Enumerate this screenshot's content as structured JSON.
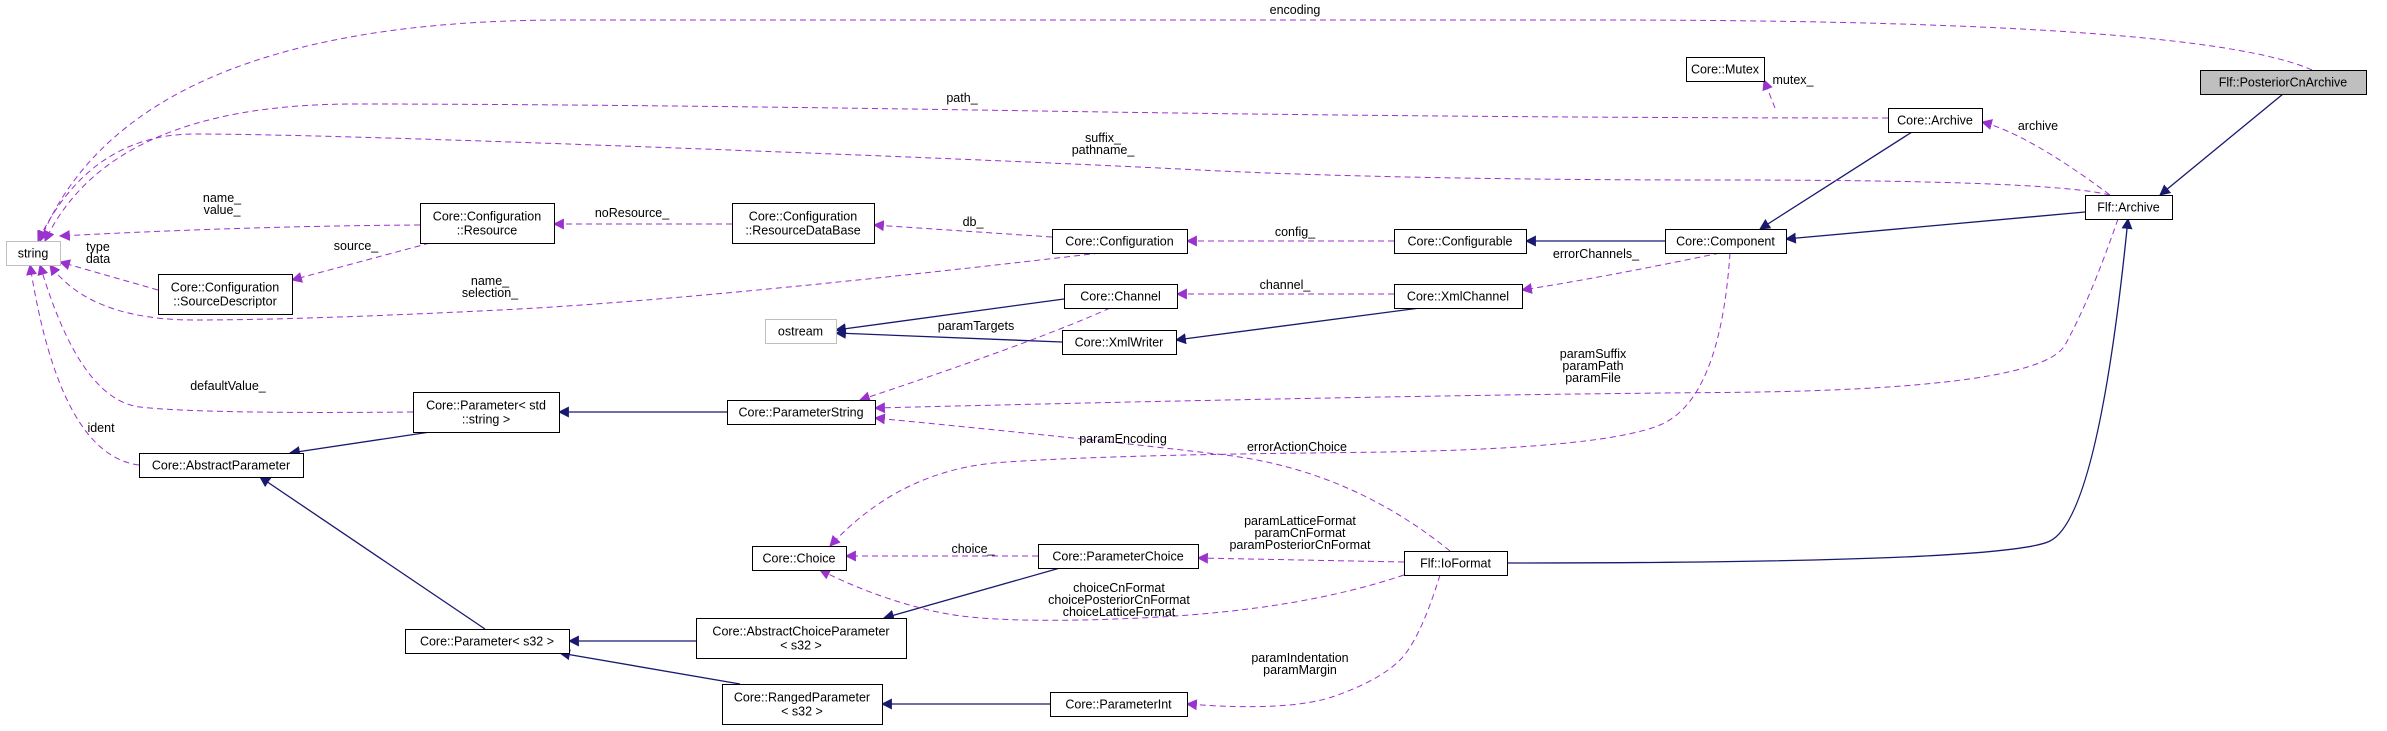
{
  "colors": {
    "inheritance": "#191970",
    "usage": "#9a32cd",
    "focus_fill": "#bfbfbf"
  },
  "nodes": [
    {
      "id": "flf_posteriorcnarchive",
      "lines": [
        "Flf::PosteriorCnArchive"
      ],
      "focus": true
    },
    {
      "id": "core_mutex",
      "lines": [
        "Core::Mutex"
      ]
    },
    {
      "id": "core_archive",
      "lines": [
        "Core::Archive"
      ]
    },
    {
      "id": "flf_archive",
      "lines": [
        "Flf::Archive"
      ]
    },
    {
      "id": "string",
      "lines": [
        "string"
      ],
      "external": true
    },
    {
      "id": "core_configuration_resource",
      "lines": [
        "Core::Configuration",
        "::Resource"
      ]
    },
    {
      "id": "core_configuration_resourcedatabase",
      "lines": [
        "Core::Configuration",
        "::ResourceDataBase"
      ]
    },
    {
      "id": "core_configuration",
      "lines": [
        "Core::Configuration"
      ]
    },
    {
      "id": "core_configurable",
      "lines": [
        "Core::Configurable"
      ]
    },
    {
      "id": "core_component",
      "lines": [
        "Core::Component"
      ]
    },
    {
      "id": "core_configuration_sourcedescriptor",
      "lines": [
        "Core::Configuration",
        "::SourceDescriptor"
      ]
    },
    {
      "id": "core_channel",
      "lines": [
        "Core::Channel"
      ]
    },
    {
      "id": "core_xmlchannel",
      "lines": [
        "Core::XmlChannel"
      ]
    },
    {
      "id": "ostream",
      "lines": [
        "ostream"
      ],
      "external": true
    },
    {
      "id": "core_xmlwriter",
      "lines": [
        "Core::XmlWriter"
      ]
    },
    {
      "id": "core_parameter_string",
      "lines": [
        "Core::Parameter< std",
        "::string >"
      ]
    },
    {
      "id": "core_parameterstring",
      "lines": [
        "Core::ParameterString"
      ]
    },
    {
      "id": "core_abstractparameter",
      "lines": [
        "Core::AbstractParameter"
      ]
    },
    {
      "id": "core_choice",
      "lines": [
        "Core::Choice"
      ]
    },
    {
      "id": "core_parameterchoice",
      "lines": [
        "Core::ParameterChoice"
      ]
    },
    {
      "id": "flf_ioformat",
      "lines": [
        "Flf::IoFormat"
      ]
    },
    {
      "id": "core_parameter_s32",
      "lines": [
        "Core::Parameter< s32 >"
      ]
    },
    {
      "id": "core_abstractchoiceparameter",
      "lines": [
        "Core::AbstractChoiceParameter",
        "< s32 >"
      ]
    },
    {
      "id": "core_rangedparameter",
      "lines": [
        "Core::RangedParameter",
        "< s32 >"
      ]
    },
    {
      "id": "core_parameterint",
      "lines": [
        "Core::ParameterInt"
      ]
    }
  ],
  "edges": [
    {
      "id": "posteriorcnarchive-to-flfarchive",
      "type": "inheritance",
      "from": "flf_posteriorcnarchive",
      "to": "flf_archive"
    },
    {
      "id": "archive-to-component",
      "type": "inheritance",
      "from": "core_archive",
      "to": "core_component"
    },
    {
      "id": "flfarchive-to-component",
      "type": "inheritance",
      "from": "flf_archive",
      "to": "core_component"
    },
    {
      "id": "component-to-configurable",
      "type": "inheritance",
      "from": "core_component",
      "to": "core_configurable"
    },
    {
      "id": "channel-to-ostream",
      "type": "inheritance",
      "from": "core_channel",
      "to": "ostream"
    },
    {
      "id": "xmlwriter-to-ostream",
      "type": "inheritance",
      "from": "core_xmlwriter",
      "to": "ostream"
    },
    {
      "id": "xmlchannel-to-xmlwriter",
      "type": "inheritance",
      "from": "core_xmlchannel",
      "to": "core_xmlwriter"
    },
    {
      "id": "parameterstring-to-parameter-string",
      "type": "inheritance",
      "from": "core_parameterstring",
      "to": "core_parameter_string"
    },
    {
      "id": "parameter-string-to-abstractparameter",
      "type": "inheritance",
      "from": "core_parameter_string",
      "to": "core_abstractparameter"
    },
    {
      "id": "parameter-s32-to-abstractparameter",
      "type": "inheritance",
      "from": "core_parameter_s32",
      "to": "core_abstractparameter"
    },
    {
      "id": "abstractchoice-to-parameter-s32",
      "type": "inheritance",
      "from": "core_abstractchoiceparameter",
      "to": "core_parameter_s32"
    },
    {
      "id": "ranged-to-parameter-s32",
      "type": "inheritance",
      "from": "core_rangedparameter",
      "to": "core_parameter_s32"
    },
    {
      "id": "parameterchoice-to-abstractchoice",
      "type": "inheritance",
      "from": "core_parameterchoice",
      "to": "core_abstractchoiceparameter"
    },
    {
      "id": "parameterint-to-ranged",
      "type": "inheritance",
      "from": "core_parameterint",
      "to": "core_rangedparameter"
    },
    {
      "id": "ioformat-to-flfarchive",
      "type": "inheritance",
      "from": "flf_ioformat",
      "to": "flf_archive"
    },
    {
      "id": "encoding",
      "type": "usage",
      "from": "flf_posteriorcnarchive",
      "to": "string",
      "label": [
        "encoding"
      ]
    },
    {
      "id": "path",
      "type": "usage",
      "from": "core_archive",
      "to": "string",
      "label": [
        "path_"
      ]
    },
    {
      "id": "suffix-pathname",
      "type": "usage",
      "from": "flf_archive",
      "to": "string",
      "label": [
        "suffix_",
        "pathname_"
      ]
    },
    {
      "id": "mutex",
      "type": "usage",
      "from": "core_archive",
      "to": "core_mutex",
      "label": [
        "mutex_"
      ]
    },
    {
      "id": "archive",
      "type": "usage",
      "from": "flf_archive",
      "to": "core_archive",
      "label": [
        "archive"
      ]
    },
    {
      "id": "name-value",
      "type": "usage",
      "from": "core_configuration_resource",
      "to": "string",
      "label": [
        "name_",
        "value_"
      ]
    },
    {
      "id": "source",
      "type": "usage",
      "from": "core_configuration_resource",
      "to": "core_configuration_sourcedescriptor",
      "label": [
        "source_"
      ]
    },
    {
      "id": "type-data",
      "type": "usage",
      "from": "core_configuration_sourcedescriptor",
      "to": "string",
      "label": [
        "type",
        "data"
      ]
    },
    {
      "id": "noresource",
      "type": "usage",
      "from": "core_configuration_resourcedatabase",
      "to": "core_configuration_resource",
      "label": [
        "noResource_"
      ]
    },
    {
      "id": "db",
      "type": "usage",
      "from": "core_configuration",
      "to": "core_configuration_resourcedatabase",
      "label": [
        "db_"
      ]
    },
    {
      "id": "name-selection",
      "type": "usage",
      "from": "core_configuration",
      "to": "string",
      "label": [
        "name_",
        "selection_"
      ]
    },
    {
      "id": "config",
      "type": "usage",
      "from": "core_configurable",
      "to": "core_configuration",
      "label": [
        "config_"
      ]
    },
    {
      "id": "errorchannels",
      "type": "usage",
      "from": "core_component",
      "to": "core_xmlchannel",
      "label": [
        "errorChannels_"
      ]
    },
    {
      "id": "channel",
      "type": "usage",
      "from": "core_xmlchannel",
      "to": "core_channel",
      "label": [
        "channel_"
      ]
    },
    {
      "id": "paramtargets",
      "type": "usage",
      "from": "core_channel",
      "to": "core_parameterstring",
      "label": [
        "paramTargets"
      ]
    },
    {
      "id": "defaultvalue",
      "type": "usage",
      "from": "core_parameter_string",
      "to": "string",
      "label": [
        "defaultValue_"
      ]
    },
    {
      "id": "ident",
      "type": "usage",
      "from": "core_abstractparameter",
      "to": "string",
      "label": [
        "ident"
      ]
    },
    {
      "id": "paramsuffix-path-file",
      "type": "usage",
      "from": "flf_archive",
      "to": "core_parameterstring",
      "label": [
        "paramSuffix",
        "paramPath",
        "paramFile"
      ]
    },
    {
      "id": "paramencoding",
      "type": "usage",
      "from": "flf_ioformat",
      "to": "core_parameterstring",
      "label": [
        "paramEncoding"
      ]
    },
    {
      "id": "erroractionchoice",
      "type": "usage",
      "from": "core_component",
      "to": "core_choice",
      "label": [
        "errorActionChoice"
      ]
    },
    {
      "id": "choice",
      "type": "usage",
      "from": "core_parameterchoice",
      "to": "core_choice",
      "label": [
        "choice_"
      ]
    },
    {
      "id": "param-formats",
      "type": "usage",
      "from": "flf_ioformat",
      "to": "core_parameterchoice",
      "label": [
        "paramLatticeFormat",
        "paramCnFormat",
        "paramPosteriorCnFormat"
      ]
    },
    {
      "id": "choice-formats",
      "type": "usage",
      "from": "flf_ioformat",
      "to": "core_choice",
      "label": [
        "choiceCnFormat",
        "choicePosteriorCnFormat",
        "choiceLatticeFormat"
      ]
    },
    {
      "id": "paramindentation-margin",
      "type": "usage",
      "from": "flf_ioformat",
      "to": "core_parameterint",
      "label": [
        "paramIndentation",
        "paramMargin"
      ]
    }
  ]
}
